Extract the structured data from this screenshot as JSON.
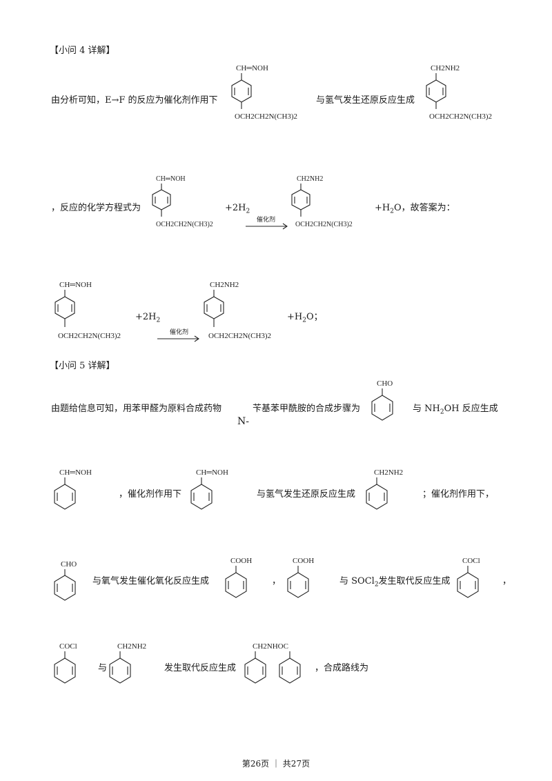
{
  "q4": {
    "heading": "【小问 4 详解】",
    "intro": "由分析可知，E→F 的反应为催化剂作用下",
    "mid": "与氢气发生还原反应生成",
    "eq_lead": "，反应的化学方程式为",
    "plus_h2": "+2H",
    "plus_h2o_ans": "+H",
    "answer_suffix": "O，故答案为：",
    "end_suffix": "O；",
    "catalyst_a": "催化剂",
    "catalyst_b": "催化剂"
  },
  "q5": {
    "heading": "【小问 5 详解】",
    "line1a": "由题给信息可知，用苯甲醛为原料合成药物",
    "line1b": "苄基苯甲酰胺的合成步骤为",
    "n_dash": "N-",
    "with_nh2oh": "与 NH",
    "nh2oh_tail": "OH 反应生成",
    "cat_under": "，催化剂作用下",
    "reduce": "与氢气发生还原反应生成",
    "semi_cat": "；催化剂作用下，",
    "oxidize": "与氧气发生催化氧化反应生成",
    "comma": "，",
    "socl_a": "与 SOCl",
    "socl_b": "发生取代反应生成",
    "trailing_comma": "，",
    "with": "与",
    "subst": "发生取代反应生成",
    "route": "，合成路线为"
  },
  "labels": {
    "oxime": "CH═NOH",
    "oxime_alt": "CH═NOH",
    "amine": "CH2NH2",
    "ether": "OCH2CH2N(CH3)2",
    "cho": "CHO",
    "cooh": "COOH",
    "cocl": "COCl",
    "amide": "CH2NHOC"
  },
  "footer": "第26页 ｜ 共27页"
}
